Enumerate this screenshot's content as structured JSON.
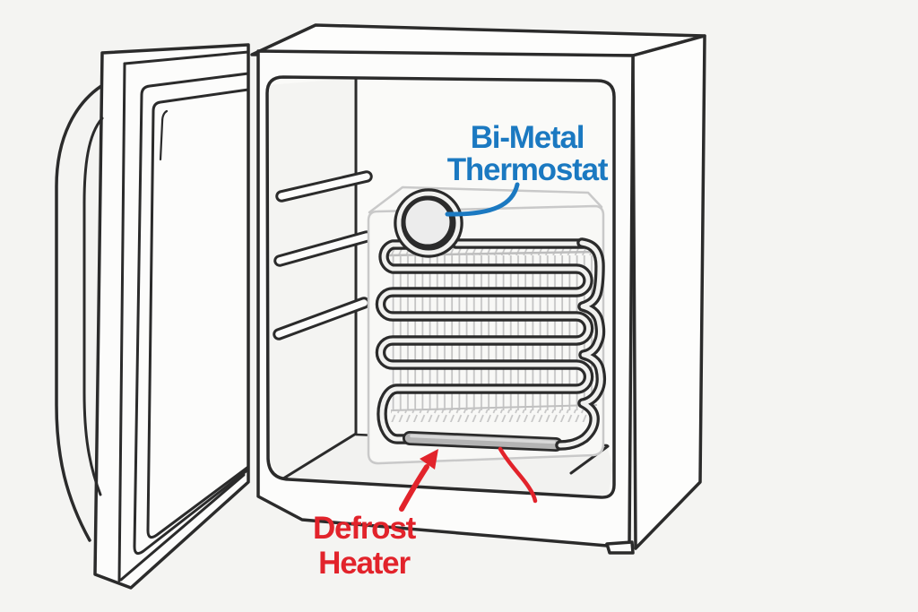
{
  "labels": {
    "thermostat": {
      "line1": "Bi-Metal",
      "line2": "Thermostat",
      "color": "#1b79c1"
    },
    "heater": {
      "line1": "Defrost",
      "line2": "Heater",
      "color": "#e2232b"
    }
  },
  "colors": {
    "background": "#f4f4f2",
    "outline": "#2b2b2b",
    "cabinet_fill": "#fcfcfb",
    "frost_box_stroke": "#c9c9c9",
    "fin_gray": "#c4c4c4",
    "heater_tube_fill": "#b4b4b4",
    "thermostat_disc_fill": "#ececec"
  }
}
